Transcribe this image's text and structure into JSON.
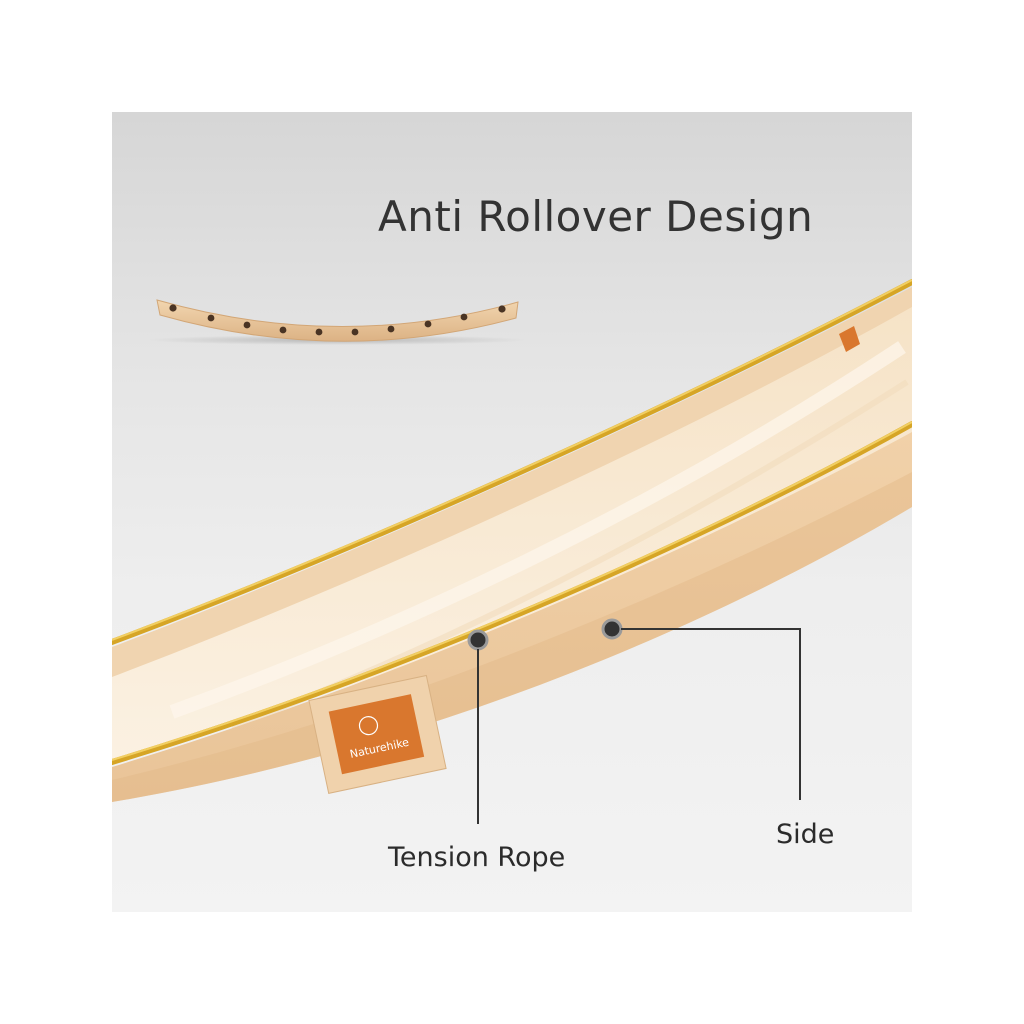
{
  "headline": "Anti Rollover Design",
  "callouts": [
    {
      "id": "tension-rope",
      "label": "Tension Rope"
    },
    {
      "id": "side",
      "label": "Side"
    }
  ],
  "tag_brand": "Naturehike",
  "colors": {
    "background": "#e8e8e8",
    "fabric": "#efd2ad",
    "fabric_inner": "#f8ead4",
    "rope_gold": "#d9a82a",
    "wood": "#e9c79d",
    "tag_orange": "#d9772e",
    "callout_line": "#333333"
  }
}
